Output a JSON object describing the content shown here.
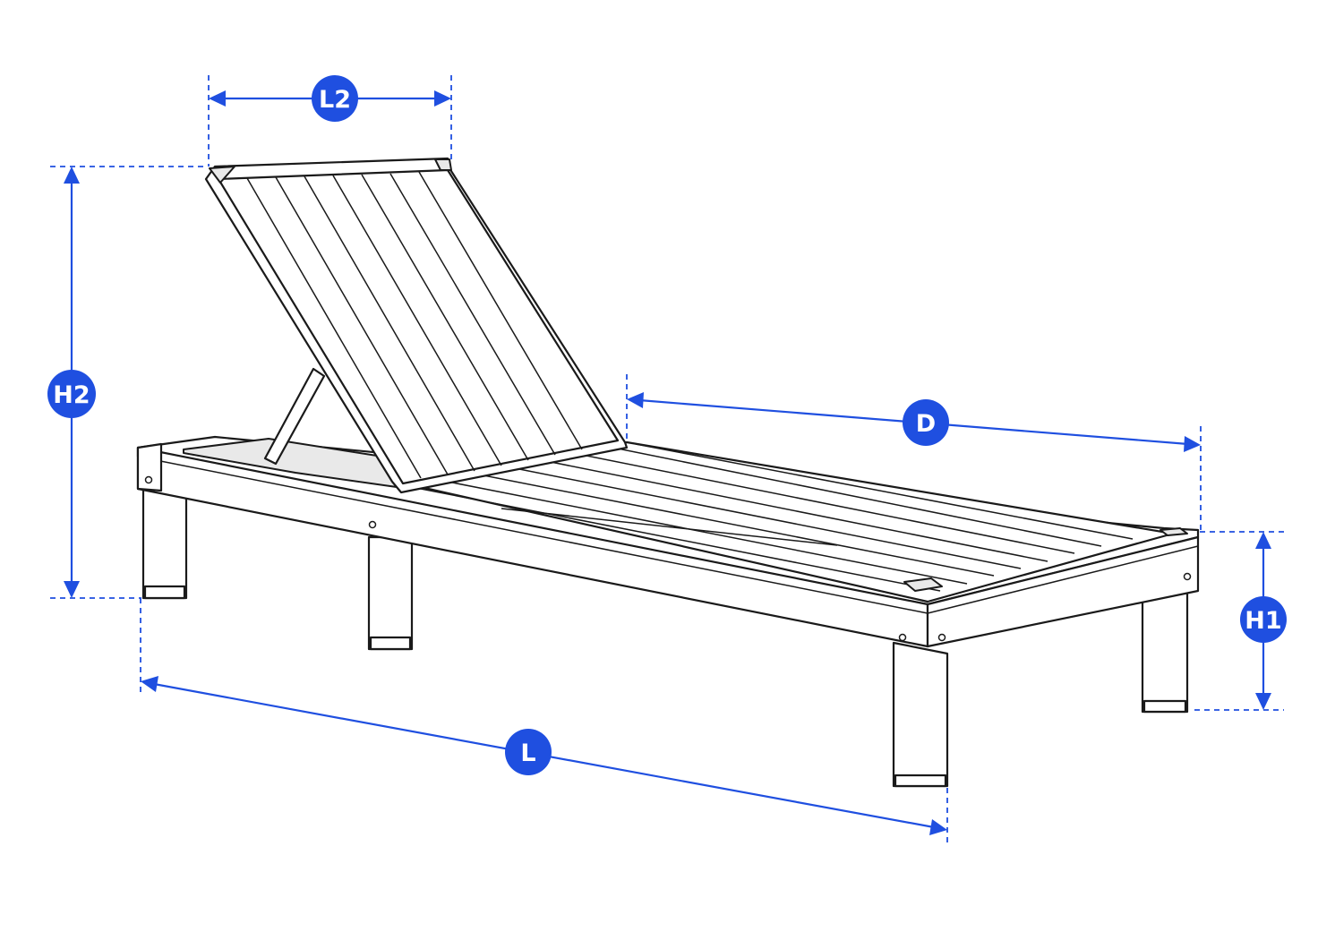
{
  "diagram": {
    "accent_color": "#1f4fe0",
    "line_color": "#1a1a1a",
    "dimensions": [
      {
        "id": "L2",
        "label": "L2"
      },
      {
        "id": "H2",
        "label": "H2"
      },
      {
        "id": "D",
        "label": "D"
      },
      {
        "id": "H1",
        "label": "H1"
      },
      {
        "id": "L",
        "label": "L"
      }
    ]
  }
}
